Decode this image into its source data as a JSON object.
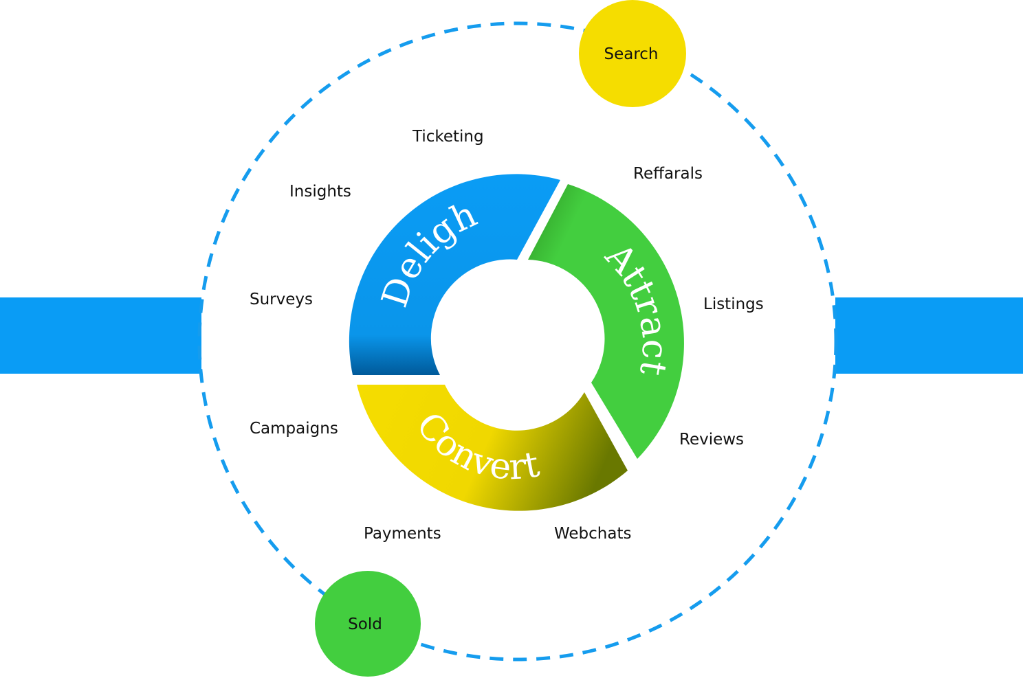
{
  "colors": {
    "blue": "#0a9cf5",
    "blue_dark": "#0062a6",
    "green": "#43ce3f",
    "green_dark": "#2e9e24",
    "yellow": "#f5dd00",
    "yellow_dark": "#6e7a00",
    "ring": "#159cee"
  },
  "segments": {
    "delight": "Delight",
    "attract": "Attract",
    "convert": "Convert"
  },
  "bubbles": {
    "search": "Search",
    "sold": "Sold"
  },
  "labels": {
    "ticketing": "Ticketing",
    "insights": "Insights",
    "surveys": "Surveys",
    "campaigns": "Campaigns",
    "payments": "Payments",
    "webchats": "Webchats",
    "reviews": "Reviews",
    "listings": "Listings",
    "reffarals": "Reffarals"
  }
}
